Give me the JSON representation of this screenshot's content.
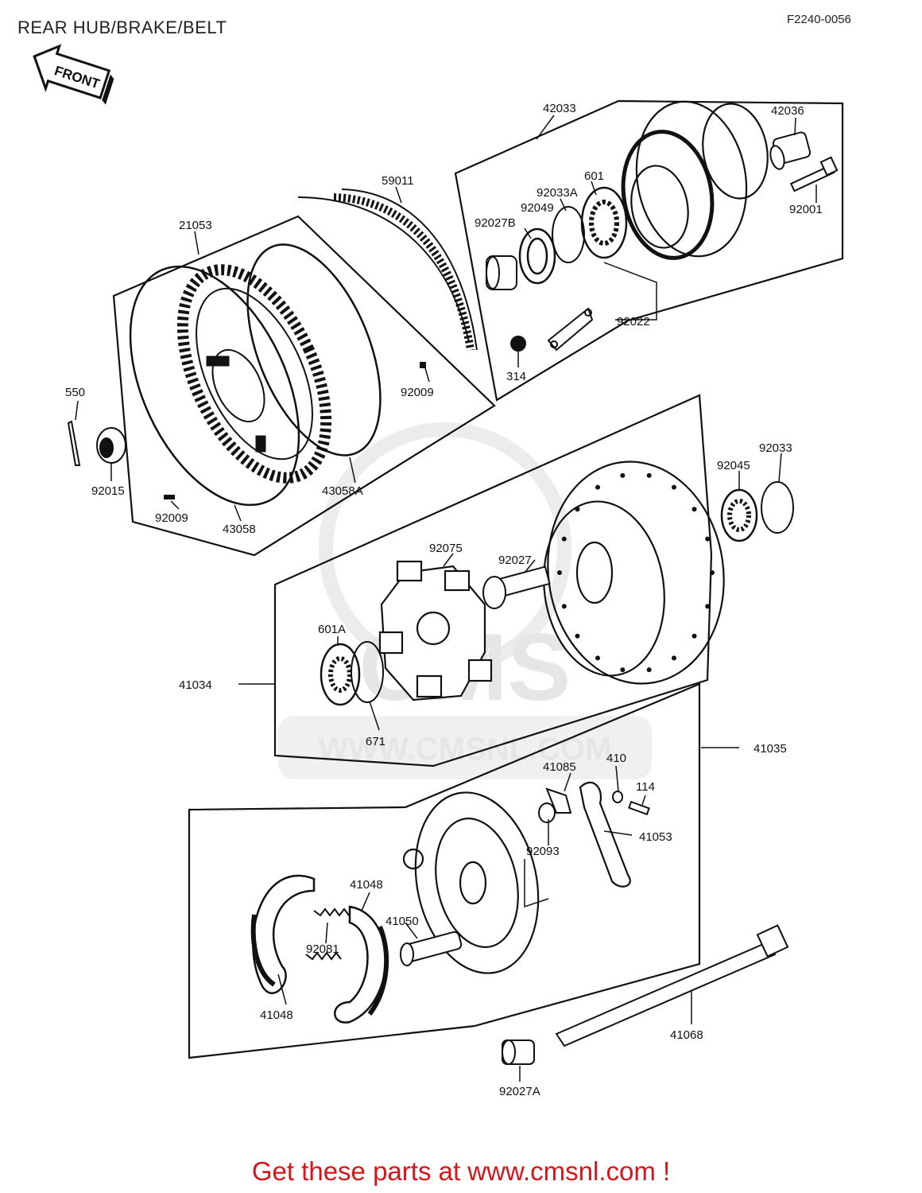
{
  "header": {
    "title": "REAR HUB/BRAKE/BELT",
    "code": "F2240-0056",
    "front_sign": "FRONT"
  },
  "watermark": {
    "brand": "CMS",
    "url": "WWW.CMSNL.COM"
  },
  "parts": {
    "p42033": "42033",
    "p42036": "42036",
    "p601": "601",
    "p92033A": "92033A",
    "p92049": "92049",
    "p92027B": "92027B",
    "p92001": "92001",
    "p92022": "92022",
    "p314": "314",
    "p59011": "59011",
    "p21053": "21053",
    "p550": "550",
    "p92015": "92015",
    "p92009a": "92009",
    "p92009b": "92009",
    "p43058": "43058",
    "p43058A": "43058A",
    "p92033": "92033",
    "p92045": "92045",
    "p92075": "92075",
    "p92027": "92027",
    "p41034": "41034",
    "p601A": "601A",
    "p671": "671",
    "p41035": "41035",
    "p41085": "41085",
    "p410": "410",
    "p114": "114",
    "p41053": "41053",
    "p92093": "92093",
    "p41048a": "41048",
    "p41048b": "41048",
    "p41050": "41050",
    "p92081": "92081",
    "p41068": "41068",
    "p92027A": "92027A"
  },
  "footer": {
    "text": "Get these parts at www.cmsnl.com !",
    "color": "#d8141b"
  }
}
